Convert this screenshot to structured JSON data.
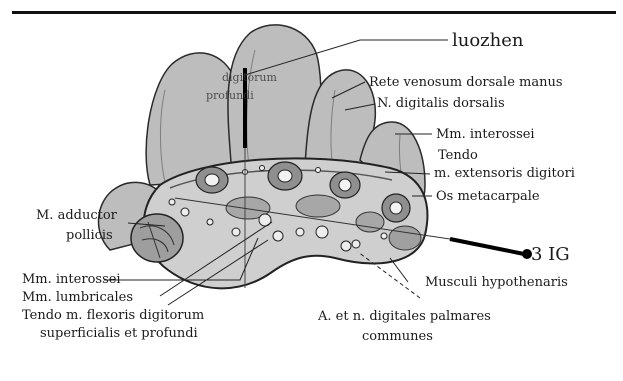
{
  "figure": {
    "labels": {
      "luozhen": "luozhen",
      "ig": "3 IG",
      "digitorum": "digitorum",
      "profundi_top": "profundi",
      "rete": "Rete venosum dorsale manus",
      "n_digitalis": "N. digitalis dorsalis",
      "mm_interossei_top": "Mm. interossei",
      "tendo_top": "Tendo",
      "m_extensoris": "m. extensoris digitori",
      "os_metacarpale": "Os metacarpale",
      "m_adductor": "M. adductor",
      "pollicis": "pollicis",
      "mm_interossei_bottom": "Mm. interossei",
      "mm_lumbricales": "Mm. lumbricales",
      "tendo_flexoris": "Tendo m. flexoris digitorum",
      "superficialis": "superficialis et profundi",
      "musculi_hypothenaris": "Musculi hypothenaris",
      "a_et_n": "A. et n.   digitales palmares",
      "communes": "communes"
    }
  }
}
